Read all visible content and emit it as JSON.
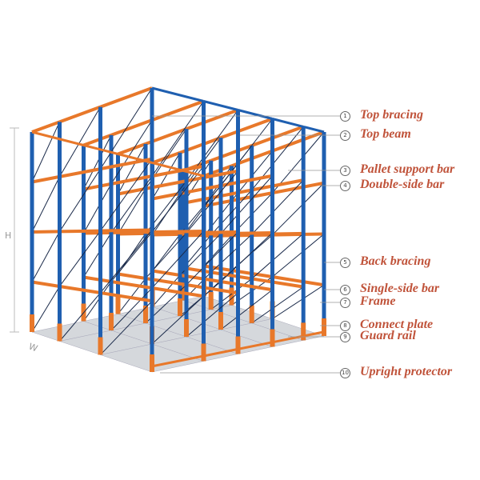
{
  "colors": {
    "upright": "#1f5fb0",
    "beam": "#e8782a",
    "label": "#c0533a",
    "bracing": "#1a2a4a",
    "pallet": "#d5d8dc"
  },
  "dimensions": {
    "height_label": "H",
    "width_label": "W"
  },
  "callouts": [
    {
      "number": "1",
      "label": "Top bracing"
    },
    {
      "number": "2",
      "label": "Top beam"
    },
    {
      "number": "3",
      "label": "Pallet support bar"
    },
    {
      "number": "4",
      "label": "Double-side bar"
    },
    {
      "number": "5",
      "label": "Back bracing"
    },
    {
      "number": "6",
      "label": "Single-side bar"
    },
    {
      "number": "7",
      "label": "Frame"
    },
    {
      "number": "8",
      "label": "Connect plate"
    },
    {
      "number": "9",
      "label": "Guard rail"
    },
    {
      "number": "10",
      "label": "Upright protector"
    }
  ]
}
